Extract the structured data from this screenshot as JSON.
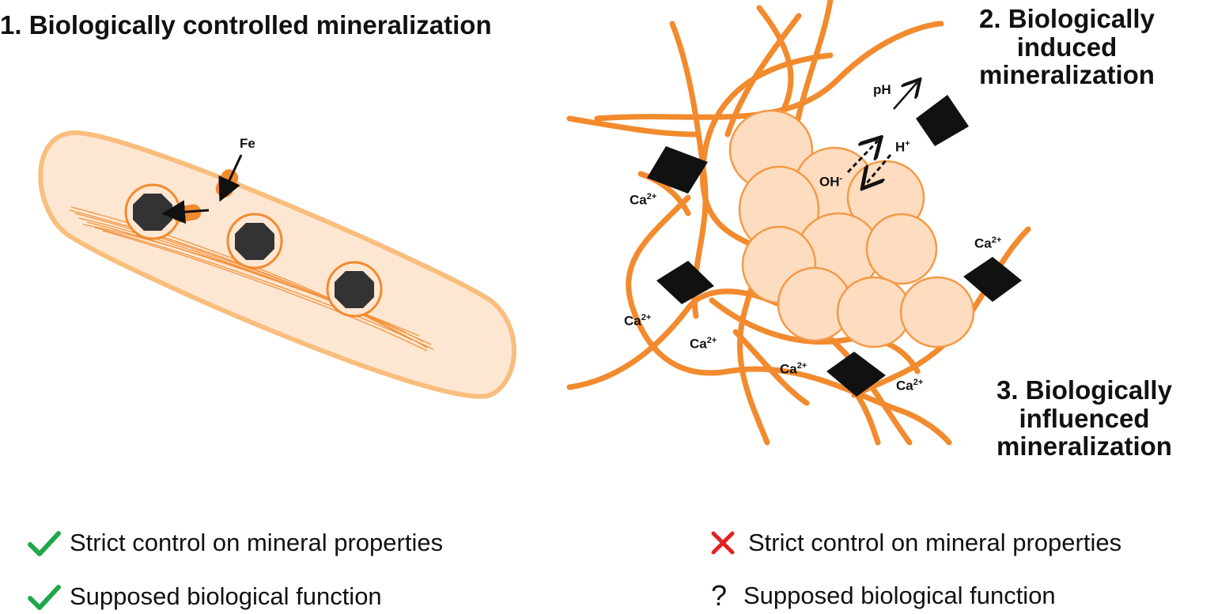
{
  "titles": {
    "controlled": "1. Biologically controlled mineralization",
    "induced": "2. Biologically induced mineralization",
    "influenced": "3. Biologically influenced mineralization"
  },
  "labels": {
    "fe": "Fe",
    "ph": "pH",
    "oh": "OH",
    "oh_sup": "-",
    "h": "H",
    "h_sup": "+",
    "ca": "Ca",
    "ca_sup": "2+"
  },
  "legend": {
    "left": [
      {
        "status": "yes",
        "text": "Strict control on mineral properties"
      },
      {
        "status": "yes",
        "text": "Supposed biological function"
      }
    ],
    "right": [
      {
        "status": "no",
        "text": "Strict control on mineral properties"
      },
      {
        "status": "unknown",
        "symbol": "?",
        "text": "Supposed biological function"
      }
    ]
  },
  "colors": {
    "orange": "#f28a2e",
    "cell_fill": "#fde7d2",
    "cell_stroke": "#f9be7e",
    "cluster_fill": "#fddcc0",
    "cluster_stroke": "#f49a45",
    "crystal": "#111111",
    "magnetite": "#333333",
    "check": "#1fa84a",
    "cross": "#e32020"
  },
  "icons": {
    "check": "check-icon",
    "cross": "cross-icon",
    "question": "question-icon"
  }
}
